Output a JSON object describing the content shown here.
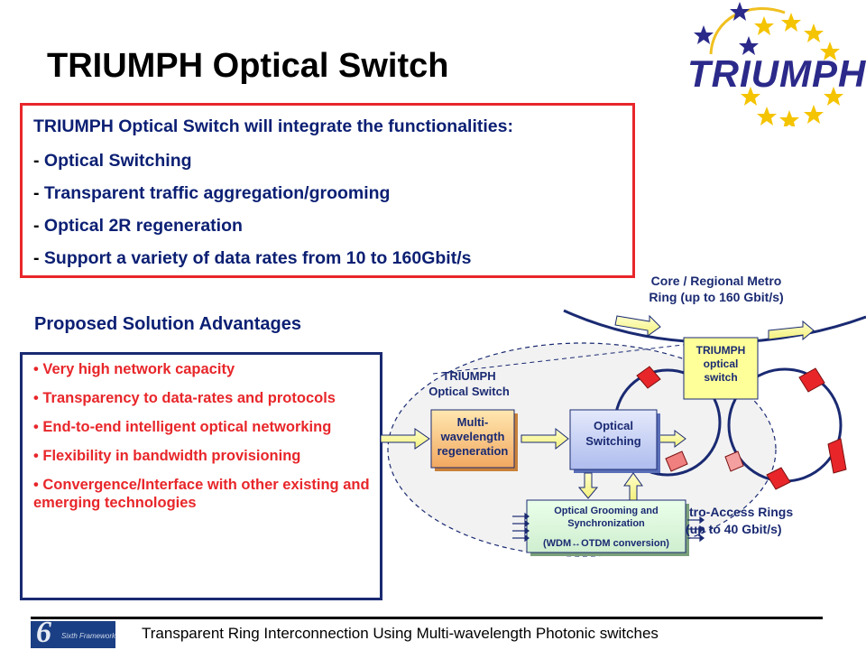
{
  "slide": {
    "title": "TRIUMPH Optical Switch",
    "logo_text": "TRIUMPH"
  },
  "functionalities": {
    "heading": "TRIUMPH Optical Switch will integrate the functionalities:",
    "items": [
      "Optical Switching",
      "Transparent traffic aggregation/grooming",
      "Optical 2R regeneration",
      "Support a variety of data rates from 10 to 160Gbit/s"
    ]
  },
  "advantages": {
    "title": "Proposed Solution Advantages",
    "items": [
      "Very high network capacity",
      "Transparency to data-rates and protocols",
      "End-to-end intelligent optical networking",
      "Flexibility in bandwidth provisioning",
      "Convergence/Interface with other existing and emerging technologies"
    ]
  },
  "diagram": {
    "core_ring_label_1": "Core / Regional Metro",
    "core_ring_label_2": "Ring (up to 160 Gbit/s)",
    "switch_box_line_1": "TRIUMPH",
    "switch_box_line_2": "optical",
    "switch_box_line_3": "switch",
    "zoom_label_1": "TRIUMPH",
    "zoom_label_2": "Optical Switch",
    "regen_line_1": "Multi-",
    "regen_line_2": "wavelength",
    "regen_line_3": "regeneration",
    "switching_line_1": "Optical",
    "switching_line_2": "Switching",
    "grooming_line_1": "Optical Grooming and",
    "grooming_line_2": "Synchronization",
    "grooming_line_3": "(WDM↔OTDM  conversion)",
    "access_label_1": "tro-Access Rings",
    "access_label_2": "(up to 40 Gbit/s)",
    "colors": {
      "accent_red": "#e8262a",
      "navy": "#1a2a72",
      "box_yellow": "#ffff99",
      "box_blue": "#c9d3f5"
    }
  },
  "footer": {
    "text": "Transparent Ring Interconnection Using Multi-wavelength Photonic switches",
    "logo_text": "6",
    "logo_sub": "Sixth Framework Programme"
  }
}
